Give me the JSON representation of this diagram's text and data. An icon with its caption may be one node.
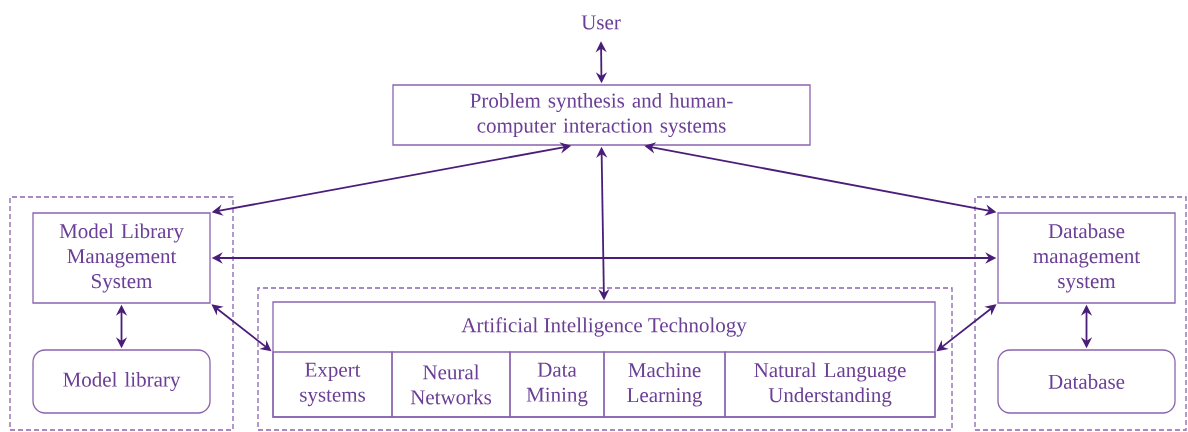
{
  "diagram": {
    "nodes": [
      {
        "text": [
          "User"
        ]
      },
      {
        "text": [
          "Problem synthesis and human-computer interaction systems"
        ]
      },
      {
        "text": [],
        "shape": "box"
      },
      {
        "text": [
          "Model Library Management System"
        ],
        "in": 2
      },
      {
        "text": [
          "Model library"
        ],
        "in": 2
      },
      {
        "text": [],
        "shape": "box"
      },
      {
        "text": [
          "Artificial Intelligence Technology"
        ],
        "in": 5
      },
      {
        "text": [
          "Expert systems"
        ],
        "in": 6
      },
      {
        "text": [
          "Neural Networks"
        ],
        "in": 6
      },
      {
        "text": [
          "Data Mining"
        ],
        "in": 6
      },
      {
        "text": [
          "Machine Learning"
        ],
        "in": 6
      },
      {
        "text": [
          "Natural Language Understanding"
        ],
        "in": 6
      },
      {
        "text": [],
        "shape": "box"
      },
      {
        "text": [
          "Database management system"
        ],
        "in": 12
      },
      {
        "text": [
          "Database"
        ],
        "in": 12
      }
    ],
    "edges": [
      {
        "from": 0,
        "to": 1,
        "arrow": "both"
      },
      {
        "from": 3,
        "to": 1,
        "arrow": "both"
      },
      {
        "from": 1,
        "to": 6,
        "arrow": "both"
      },
      {
        "from": 13,
        "to": 1,
        "arrow": "both"
      },
      {
        "from": 3,
        "to": 13,
        "arrow": "both"
      },
      {
        "from": 3,
        "to": 6,
        "arrow": "both"
      },
      {
        "from": 6,
        "to": 13,
        "arrow": "both"
      },
      {
        "from": 3,
        "to": 4,
        "arrow": "both"
      },
      {
        "from": 13,
        "to": 14,
        "arrow": "both"
      }
    ]
  }
}
